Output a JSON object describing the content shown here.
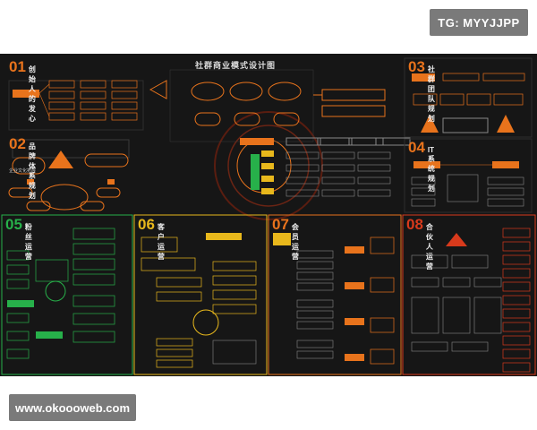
{
  "watermark": {
    "tag": "TG: MYYJJPP",
    "site": "www.okoooweb.com"
  },
  "diagram": {
    "center_title": "社群商业模式设计图",
    "culture_label": "企业文化拓展",
    "colors": {
      "bg": "#161616",
      "orange": "#e8731c",
      "yellow": "#e8b81c",
      "green": "#27b04a",
      "red": "#d83a1c"
    },
    "sections": [
      {
        "num": "01",
        "title": "创始人的发心",
        "color": "#e8731c"
      },
      {
        "num": "02",
        "title": "品牌体系规划",
        "color": "#e8731c"
      },
      {
        "num": "03",
        "title": "社群团队规划",
        "color": "#e8731c"
      },
      {
        "num": "04",
        "title": "IT系统规划",
        "color": "#e8731c"
      },
      {
        "num": "05",
        "title": "粉丝运营",
        "color": "#27b04a"
      },
      {
        "num": "06",
        "title": "客户运营",
        "color": "#e8b81c"
      },
      {
        "num": "07",
        "title": "会员运营",
        "color": "#e8731c"
      },
      {
        "num": "08",
        "title": "合伙人运营",
        "color": "#d83a1c"
      }
    ]
  }
}
